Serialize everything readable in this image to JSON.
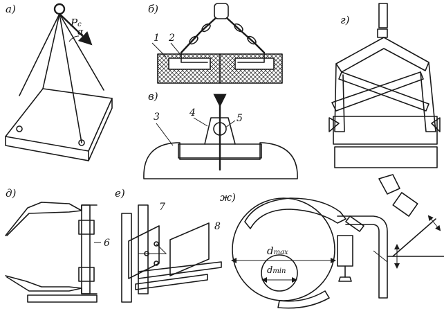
{
  "panels": {
    "a": {
      "label": "а)",
      "force_symbol": "P",
      "force_sub": "c",
      "angle_symbol": "α"
    },
    "b": {
      "label": "б)",
      "callouts": [
        "1",
        "2"
      ]
    },
    "v": {
      "label": "в)",
      "callouts": [
        "3",
        "4",
        "5"
      ]
    },
    "g": {
      "label": "г)"
    },
    "d": {
      "label": "д)",
      "callouts": [
        "6"
      ]
    },
    "e": {
      "label": "е)",
      "callouts": [
        "7",
        "8"
      ]
    },
    "zh": {
      "label": "ж)",
      "dmax_symbol": "d",
      "dmax_sub": "max",
      "dmin_symbol": "d",
      "dmin_sub": "min"
    }
  }
}
